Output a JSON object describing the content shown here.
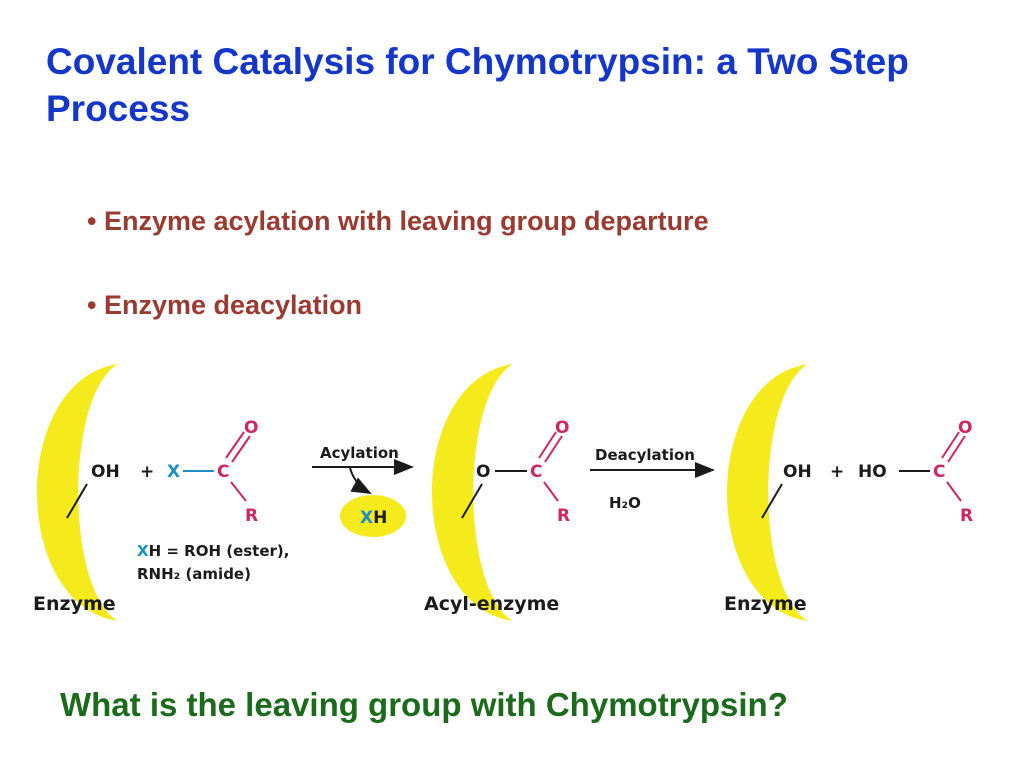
{
  "slide": {
    "title": "Covalent Catalysis for Chymotrypsin: a Two Step Process",
    "bullets": [
      "• Enzyme acylation with leaving group departure",
      "• Enzyme deacylation"
    ],
    "question": "What is the leaving group with Chymotrypsin?"
  },
  "scheme": {
    "arrows": {
      "acylation": "Acylation",
      "deacylation": "Deacylation",
      "water": "H₂O",
      "released": {
        "x": "X",
        "h": "H"
      }
    },
    "enzyme_1": {
      "label": "Enzyme",
      "hydroxyl": "OH",
      "plus": "+",
      "substrate": {
        "x": "X",
        "c": "C",
        "o": "O",
        "r": "R"
      },
      "note_line1": {
        "x": "X",
        "rest": "H = ROH (ester),"
      },
      "note_line2": "RNH₂ (amide)"
    },
    "acyl_enzyme": {
      "label": "Acyl-enzyme",
      "o_link": "O",
      "c": "C",
      "o": "O",
      "r": "R"
    },
    "enzyme_2": {
      "label": "Enzyme",
      "hydroxyl": "OH",
      "plus": "+",
      "ho": "HO",
      "c": "C",
      "o": "O",
      "r": "R"
    }
  },
  "colors": {
    "title": "#1437c9",
    "bullets": "#9b3a30",
    "question": "#1a6b1a",
    "enzyme_shape": "#f5ea1c",
    "acyl_group": "#d2245e",
    "leaving_group": "#1d8fc4"
  }
}
